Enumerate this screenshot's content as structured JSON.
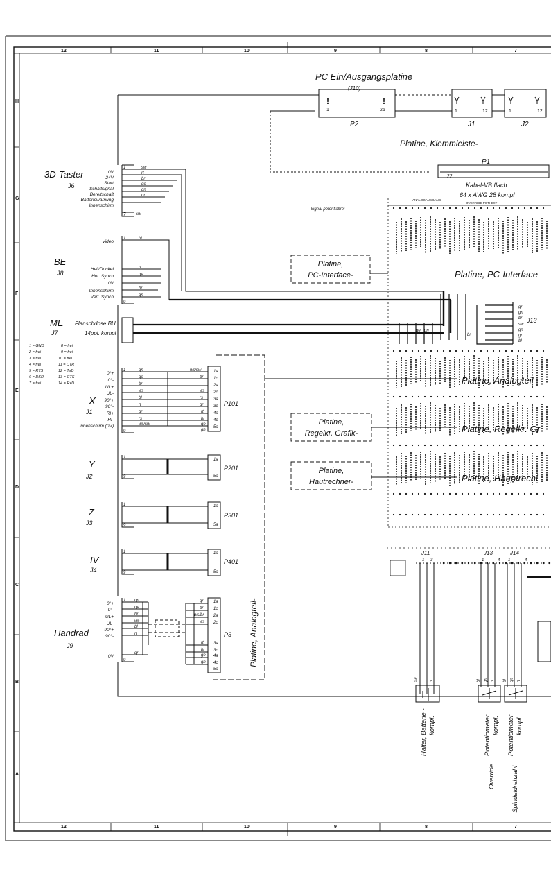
{
  "border": {
    "top_numbers": [
      "12",
      "11",
      "10",
      "9",
      "8",
      "7"
    ],
    "bottom_numbers": [
      "12",
      "11",
      "10",
      "9",
      "8",
      "7"
    ],
    "side_letters": [
      "H",
      "G",
      "F",
      "E",
      "D",
      "C",
      "B",
      "A"
    ]
  },
  "header": {
    "title": "PC Ein/Ausgangsplatine",
    "j10": "(J10)",
    "p2_pin1": "1",
    "p2_pin25": "25",
    "p2": "P2",
    "j1_pin1": "1",
    "j1_pin12": "12",
    "j1": "J1",
    "j2_pin1": "1",
    "j2_pin12": "12",
    "j2": "J2",
    "klemmleiste": "Platine, Klemmleiste-",
    "p1": "P1",
    "p1_pin": "22",
    "kabel_line1": "Kabel-VB flach",
    "kabel_line2": "64 x AWG 28 kompl",
    "signal_note": "Signal potentialfrei",
    "analogausgang": "ANALOGAUSGANG",
    "override": "OVERRIDE POTI EXT"
  },
  "j6": {
    "title": "3D-Taster",
    "id": "J6",
    "pins": [
      "0V",
      "-24V",
      "Start",
      "Schaltsignal",
      "Bereitschaft",
      "Batteriewarnung",
      "Innenschirm"
    ],
    "pin_top": "1",
    "pin_bottom": "7",
    "wires": [
      "sw",
      "rt",
      "br",
      "ge",
      "gn",
      "gr",
      "sw"
    ]
  },
  "j8": {
    "title": "BE",
    "id": "J8",
    "pins": [
      "Video",
      "Hell/Dunkel",
      "Hor. Synch",
      "0V",
      "Innenschirm",
      "Vert. Synch"
    ],
    "pin_top": "1",
    "pin_bottom": "9",
    "wires": [
      "bl",
      "rt",
      "ge",
      "br",
      "gn"
    ]
  },
  "j7": {
    "title": "ME",
    "id": "J7",
    "desc_line1": "Flanschdose BU",
    "desc_line2": "14pol. kompl",
    "legend": [
      "1 = GND",
      "2 = frei",
      "3 = frei",
      "4 = frei",
      "5 = RTS",
      "6 = DSR",
      "7 = frei",
      "8 = frei",
      "9 = frei",
      "10 = frei",
      "11 = DTR",
      "12 = TxD",
      "13 = CTS",
      "14 = RxD"
    ]
  },
  "x_axis": {
    "title": "X",
    "id": "J1",
    "pins": [
      "0°+",
      "0°-",
      "UL+",
      "UL-",
      "90°+",
      "90°-",
      "RI+",
      "RI-",
      "Innenschirm (0V)"
    ],
    "pin_top": "1",
    "pin_bottom": "9",
    "wires": [
      "gn",
      "ge",
      "br",
      "ws",
      "bl",
      "rt",
      "gr",
      "rs",
      "ws/sw"
    ],
    "connector": "P101",
    "right_wires": [
      "ws/sw",
      "br",
      "ws",
      "rs",
      "gr",
      "rt",
      "bl",
      "ge",
      "gn"
    ],
    "right_pins": [
      "1a",
      "1c",
      "2a",
      "2c",
      "3a",
      "3c",
      "4a",
      "4c",
      "5a"
    ]
  },
  "y_axis": {
    "title": "Y",
    "id": "J2",
    "pin_top": "1",
    "pin_bottom": "9",
    "connector": "P201",
    "pin_a": "1a",
    "pin_b": "5a"
  },
  "z_axis": {
    "title": "Z",
    "id": "J3",
    "pin_top": "1",
    "pin_bottom": "9",
    "connector": "P301",
    "pin_a": "1a",
    "pin_b": "5a"
  },
  "iv_axis": {
    "title": "IV",
    "id": "J4",
    "pin_top": "1",
    "pin_bottom": "9",
    "connector": "P401",
    "pin_a": "1a",
    "pin_b": "5a"
  },
  "handrad": {
    "title": "Handrad",
    "id": "J9",
    "pins": [
      "0°+",
      "0°-",
      "UL+",
      "UL-",
      "90°+",
      "90°-",
      "0V"
    ],
    "pin_top": "1",
    "pin_bottom": "9",
    "wires": [
      "gn",
      "ge",
      "br",
      "ws",
      "bl",
      "rt",
      "gr"
    ],
    "connector": "P3",
    "right_wires": [
      "gr",
      "br",
      "ws/br",
      "ws",
      "rt",
      "bl",
      "ge",
      "gn"
    ],
    "right_pins": [
      "1a",
      "1c",
      "2a",
      "2c",
      "3a",
      "3c",
      "4a",
      "4c",
      "5a"
    ]
  },
  "analog_board": "Platine, Analogteil-",
  "boxes": {
    "pc_interface": [
      "Platine,",
      "PC-Interface-"
    ],
    "regelkr": [
      "Platine,",
      "Regelkr. Grafik-"
    ],
    "hautrechner": [
      "Platine,",
      "Hautrechner-"
    ]
  },
  "right_labels": {
    "pc_interface": "Platine, PC-Interface",
    "analogteil": "Platine, Analogteil",
    "regelkr": "Platine, Regelkr. Gr",
    "hauptrechner": "Platine, Hauptrechi"
  },
  "j13_block": {
    "id": "J13",
    "wires": [
      "gr",
      "gn",
      "br",
      "sw",
      "gn",
      "gr",
      "bl",
      "ge",
      "gn",
      "br"
    ]
  },
  "bottom_connectors": {
    "j11": "J11",
    "j11_pins": [
      "1",
      "3"
    ],
    "j13": "J13",
    "j13_pins": [
      "1",
      "4"
    ],
    "j14": "J14",
    "j14_pins": [
      "1",
      "4"
    ],
    "j11_wires": [
      "sw",
      "rt"
    ],
    "j13_wires": [
      "bl",
      "gn",
      "rt"
    ],
    "j14_wires": [
      "bl",
      "gn",
      "rt"
    ]
  },
  "bottom_labels": {
    "halter": [
      "Halter, Batterie -",
      "kompl."
    ],
    "poti_override": [
      "Potentiometer",
      "kompl.",
      "Override"
    ],
    "poti_spindel": [
      "Potentiometer",
      "kompl.",
      "Spindeldrehzahl"
    ]
  }
}
